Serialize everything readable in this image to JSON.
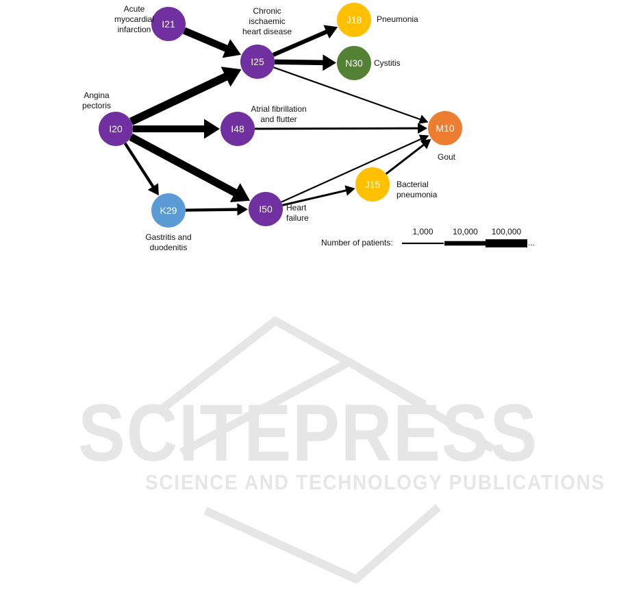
{
  "colors": {
    "cardiac": "#7030a0",
    "pneumonia": "#ffc000",
    "cystitis": "#548235",
    "gastritis": "#5b9bd5",
    "gout": "#ed7d31",
    "edge": "#000000",
    "watermark": "#e6e6e6"
  },
  "nodes": [
    {
      "id": "I21",
      "label": "I21",
      "description": [
        "Acute",
        "myocardial",
        "infarction"
      ],
      "color_key": "cardiac"
    },
    {
      "id": "I25",
      "label": "I25",
      "description": [
        "Chronic",
        "ischaemic",
        "heart disease"
      ],
      "color_key": "cardiac"
    },
    {
      "id": "J18",
      "label": "J18",
      "description": [
        "Pneumonia"
      ],
      "color_key": "pneumonia"
    },
    {
      "id": "N30",
      "label": "N30",
      "description": [
        "Cystitis"
      ],
      "color_key": "cystitis"
    },
    {
      "id": "I20",
      "label": "I20",
      "description": [
        "Angina",
        "pectoris"
      ],
      "color_key": "cardiac"
    },
    {
      "id": "I48",
      "label": "I48",
      "description": [
        "Atrial fibrillation",
        "and flutter"
      ],
      "color_key": "cardiac"
    },
    {
      "id": "M10",
      "label": "M10",
      "description": [
        "Gout"
      ],
      "color_key": "gout"
    },
    {
      "id": "J15",
      "label": "J15",
      "description": [
        "Bacterial",
        "pneumonia"
      ],
      "color_key": "pneumonia"
    },
    {
      "id": "K29",
      "label": "K29",
      "description": [
        "Gastritis and",
        "duodenitis"
      ],
      "color_key": "gastritis"
    },
    {
      "id": "I50",
      "label": "I50",
      "description": [
        "Heart",
        "failure"
      ],
      "color_key": "cardiac"
    }
  ],
  "edges": [
    {
      "from": "I21",
      "to": "I25",
      "patients": 60000
    },
    {
      "from": "I20",
      "to": "I25",
      "patients": 100000
    },
    {
      "from": "I20",
      "to": "I48",
      "patients": 50000
    },
    {
      "from": "I20",
      "to": "I50",
      "patients": 85000
    },
    {
      "from": "I20",
      "to": "K29",
      "patients": 3000
    },
    {
      "from": "K29",
      "to": "I50",
      "patients": 3000
    },
    {
      "from": "I25",
      "to": "J18",
      "patients": 8000
    },
    {
      "from": "I25",
      "to": "N30",
      "patients": 15000
    },
    {
      "from": "I25",
      "to": "M10",
      "patients": 1000
    },
    {
      "from": "I48",
      "to": "M10",
      "patients": 1500
    },
    {
      "from": "I50",
      "to": "M10",
      "patients": 1000
    },
    {
      "from": "I50",
      "to": "J15",
      "patients": 1500
    },
    {
      "from": "J15",
      "to": "M10",
      "patients": 1500
    }
  ],
  "legend": {
    "title": "Number of patients:",
    "levels": [
      {
        "label": "1,000",
        "patients": 1000
      },
      {
        "label": "10,000",
        "patients": 10000
      },
      {
        "label": "100,000",
        "patients": 100000
      }
    ],
    "ellipsis": "..."
  },
  "watermark": {
    "main": "SCITEPRESS",
    "sub": "SCIENCE AND TECHNOLOGY PUBLICATIONS"
  }
}
